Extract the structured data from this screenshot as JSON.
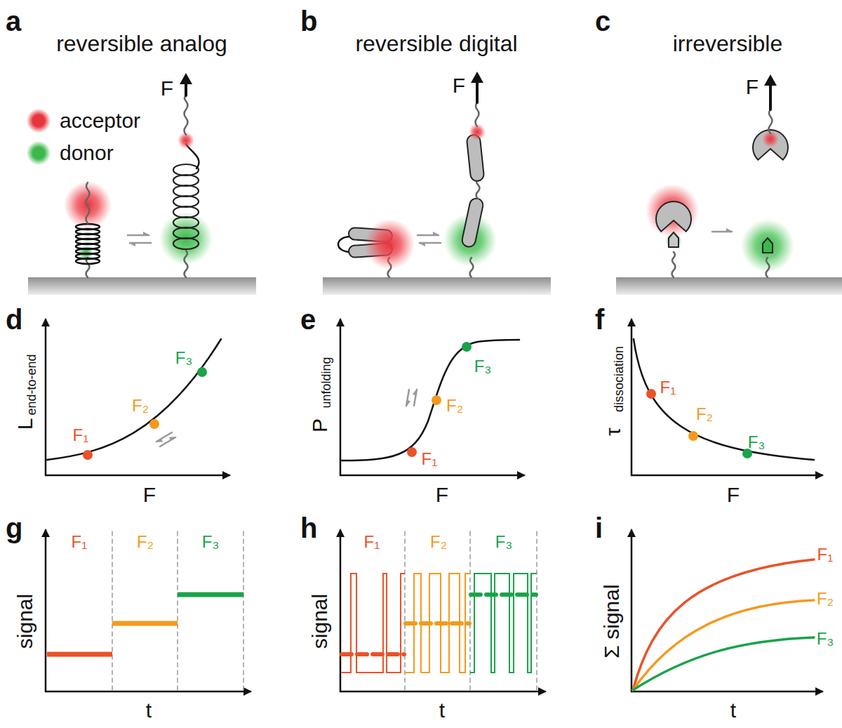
{
  "diagram": {
    "labels": [
      "a",
      "reversible analog",
      "b",
      "reversible digital",
      "c",
      "irreversible",
      "F",
      "F",
      "F",
      "d",
      "L",
      "end-to-end",
      "F",
      "F₁",
      "F₂",
      "F₃",
      "e",
      "P",
      "unfolding",
      "F",
      "F₁",
      "F₂",
      "F₃",
      "f",
      "τ",
      "dissociation",
      "F",
      "F₁",
      "F₂",
      "F₃",
      "g",
      "signal",
      "t",
      "F₁",
      "F₂",
      "F₃",
      "h",
      "signal",
      "t",
      "F₁",
      "F₂",
      "F₃",
      "i",
      "Σ signal",
      "t",
      "F₁",
      "F₂",
      "F₃"
    ],
    "legend": [
      {
        "text": "acceptor",
        "color": "#e8343c"
      },
      {
        "text": "donor",
        "color": "#3cb84a"
      }
    ]
  }
}
